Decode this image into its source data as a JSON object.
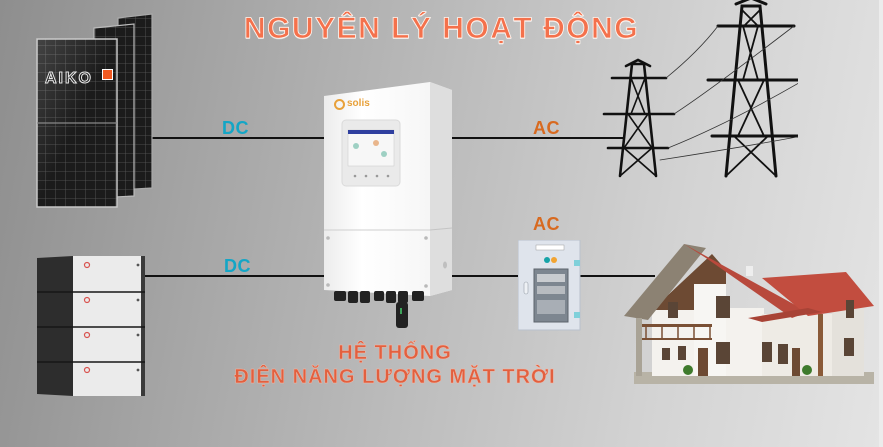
{
  "title": "NGUYÊN LÝ HOẠT ĐỘNG",
  "subtitle": {
    "line1": "HỆ THỐNG",
    "line2": "ĐIỆN NĂNG LƯỢNG MẶT TRỜI"
  },
  "components": {
    "solar_panels": {
      "brand": "AIKO",
      "icon": "solar-panel-icon"
    },
    "battery": {
      "icon": "battery-stack-icon",
      "modules": 4
    },
    "inverter": {
      "brand": "solis",
      "icon": "hybrid-inverter-icon"
    },
    "grid": {
      "icon": "power-pylon-icon"
    },
    "ac_cabinet": {
      "icon": "electrical-cabinet-icon"
    },
    "house": {
      "icon": "house-icon"
    }
  },
  "connections": {
    "panel_to_inverter": "DC",
    "inverter_to_grid": "AC",
    "battery_to_inverter": "DC",
    "inverter_to_cabinet": "AC"
  },
  "colors": {
    "title": "#f4714c",
    "subtitle": "#e2603f",
    "dc_label": "#14a6c6",
    "ac_label": "#d86a20",
    "wire": "#111111",
    "aiko_accent": "#f25a22",
    "solis_accent": "#e8a13a"
  }
}
